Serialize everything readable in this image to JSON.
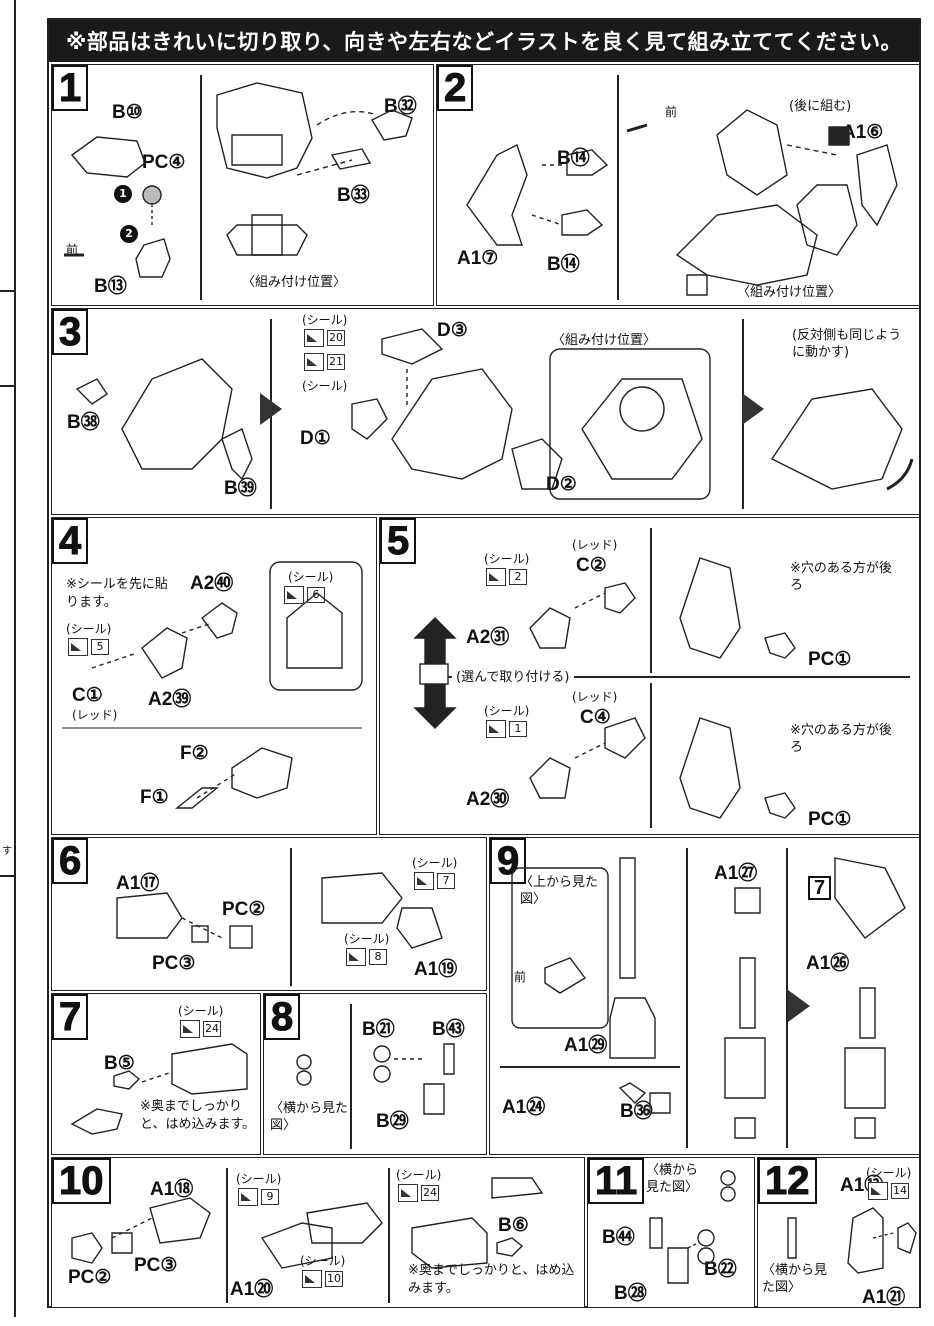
{
  "banner": {
    "text": "※部品はきれいに切り取り、向きや左右などイラストを良く見て組み立ててください。"
  },
  "edge": {
    "glyph": "す"
  },
  "common": {
    "front": "前",
    "sticker": "(シール)",
    "red": "(レッド)",
    "mount_position": "〈組み付け位置〉",
    "side_view": "〈横から見た図〉",
    "top_view": "〈上から見た図〉",
    "press_in": "※奥までしっかりと、はめ込みます。",
    "hole_back": "※穴のある方が後ろ"
  },
  "steps": {
    "s1": {
      "num": "1",
      "parts": [
        "B⑩",
        "B㉜",
        "PC④",
        "B㉝",
        "B⑬"
      ],
      "seq": [
        "1",
        "2"
      ]
    },
    "s2": {
      "num": "2",
      "parts": [
        "B⑭",
        "A1⑦",
        "B⑭",
        "A1⑥"
      ],
      "note": "(後に組む)"
    },
    "s3": {
      "num": "3",
      "parts": [
        "B㊳",
        "B㊴",
        "D③",
        "D①",
        "D②"
      ],
      "stickers": [
        "20",
        "21"
      ],
      "note": "(反対側も同じように動かす)"
    },
    "s4": {
      "num": "4",
      "note": "※シールを先に貼ります。",
      "parts": [
        "A2㊵",
        "C①",
        "A2㊴",
        "F②",
        "F①"
      ],
      "stickers": [
        "5",
        "6"
      ]
    },
    "s5": {
      "num": "5",
      "choose": "(選んで取り付ける)",
      "parts": [
        "C②",
        "A2㉛",
        "PC①",
        "C④",
        "A2㉚",
        "PC①"
      ],
      "stickers": [
        "2",
        "1"
      ]
    },
    "s6": {
      "num": "6",
      "parts": [
        "A1⑰",
        "PC②",
        "PC③",
        "A1⑲"
      ],
      "stickers": [
        "7",
        "8"
      ]
    },
    "s7": {
      "num": "7",
      "parts": [
        "B⑤"
      ],
      "stickers": [
        "24"
      ]
    },
    "s8": {
      "num": "8",
      "parts": [
        "B㉑",
        "B㊸",
        "B㉙"
      ]
    },
    "s9": {
      "num": "9",
      "parts": [
        "A1㉙",
        "A1㉔",
        "B㊱",
        "A1㉗"
      ]
    },
    "s9b": {
      "num": "7",
      "parts": [
        "A1㉖"
      ]
    },
    "s10": {
      "num": "10",
      "parts": [
        "A1⑱",
        "PC②",
        "PC③",
        "A1⑳",
        "B⑥"
      ],
      "stickers": [
        "9",
        "10",
        "24"
      ]
    },
    "s11": {
      "num": "11",
      "parts": [
        "B㊹",
        "B㉒",
        "B㉘"
      ]
    },
    "s12": {
      "num": "12",
      "parts": [
        "A1⑬",
        "A1㉑"
      ],
      "stickers": [
        "14"
      ]
    }
  }
}
